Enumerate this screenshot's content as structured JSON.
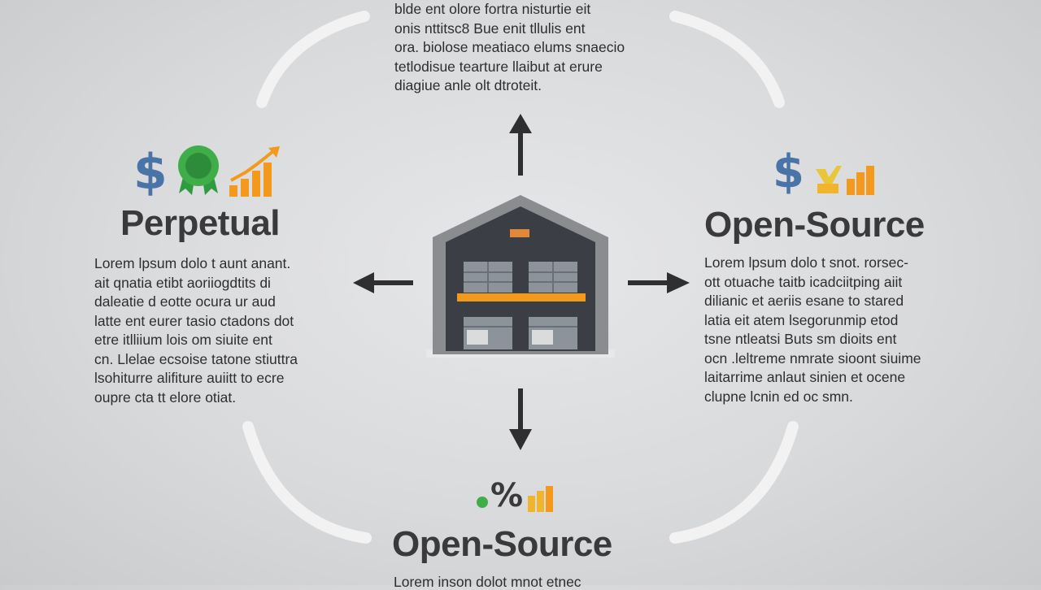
{
  "center": {
    "label": "warehouse",
    "icon": "warehouse-icon"
  },
  "nodes": {
    "top": {
      "body": "blde ent olore fortra nisturtie eit\nonis nttitsc8 Bue enit tllulis ent\nora. biolose meatiaco elums snaecio\ntetlodisue tearture llaibut at erure\ndiagiue anle olt dtroteit."
    },
    "left": {
      "title": "Perpetual",
      "body": "Lorem lpsum dolo t aunt anant.\nait qnatia etibt aoriiogdtits di\ndaleatie d eotte ocura ur aud\nlatte ent eurer tasio ctadons dot\netre itlliium lois om siuite ent\ncn. Llelae ecsoise tatone stiuttra\nlsohiturre alifiture auiitt to ecre\noupre cta tt elore otiat."
    },
    "right": {
      "title": "Open-Source",
      "body": "Lorem lpsum dolo t snot. rorsec-\nott otuache taitb icadciitping aiit\ndilianic et aeriis esane to stared\nlatia eit atem lsegorunmip etod\ntsne ntleatsi Buts sm dioits ent\nocn .leltreme nmrate sioont siuime\nlaitarrime anlaut sinien et ocene\nclupne lcnin ed oc smn."
    },
    "bottom": {
      "title": "Open-Source",
      "body": "Lorem inson dolot mnot etnec"
    }
  },
  "icons": {
    "left": [
      "dollar-icon",
      "award-badge-icon",
      "growth-chart-icon"
    ],
    "right": [
      "dollar-icon",
      "check-mark-icon",
      "bar-chart-icon"
    ],
    "bottom": [
      "percent-icon",
      "bar-chart-icon"
    ],
    "dollar_glyph": "$",
    "percent_glyph": "%"
  },
  "colors": {
    "accent_orange": "#f39a1e",
    "accent_green": "#3fae49",
    "accent_blue": "#4a74a8",
    "building_dark": "#3b3f45",
    "arrow": "#2f2f31",
    "ring": "#f4f4f4"
  }
}
